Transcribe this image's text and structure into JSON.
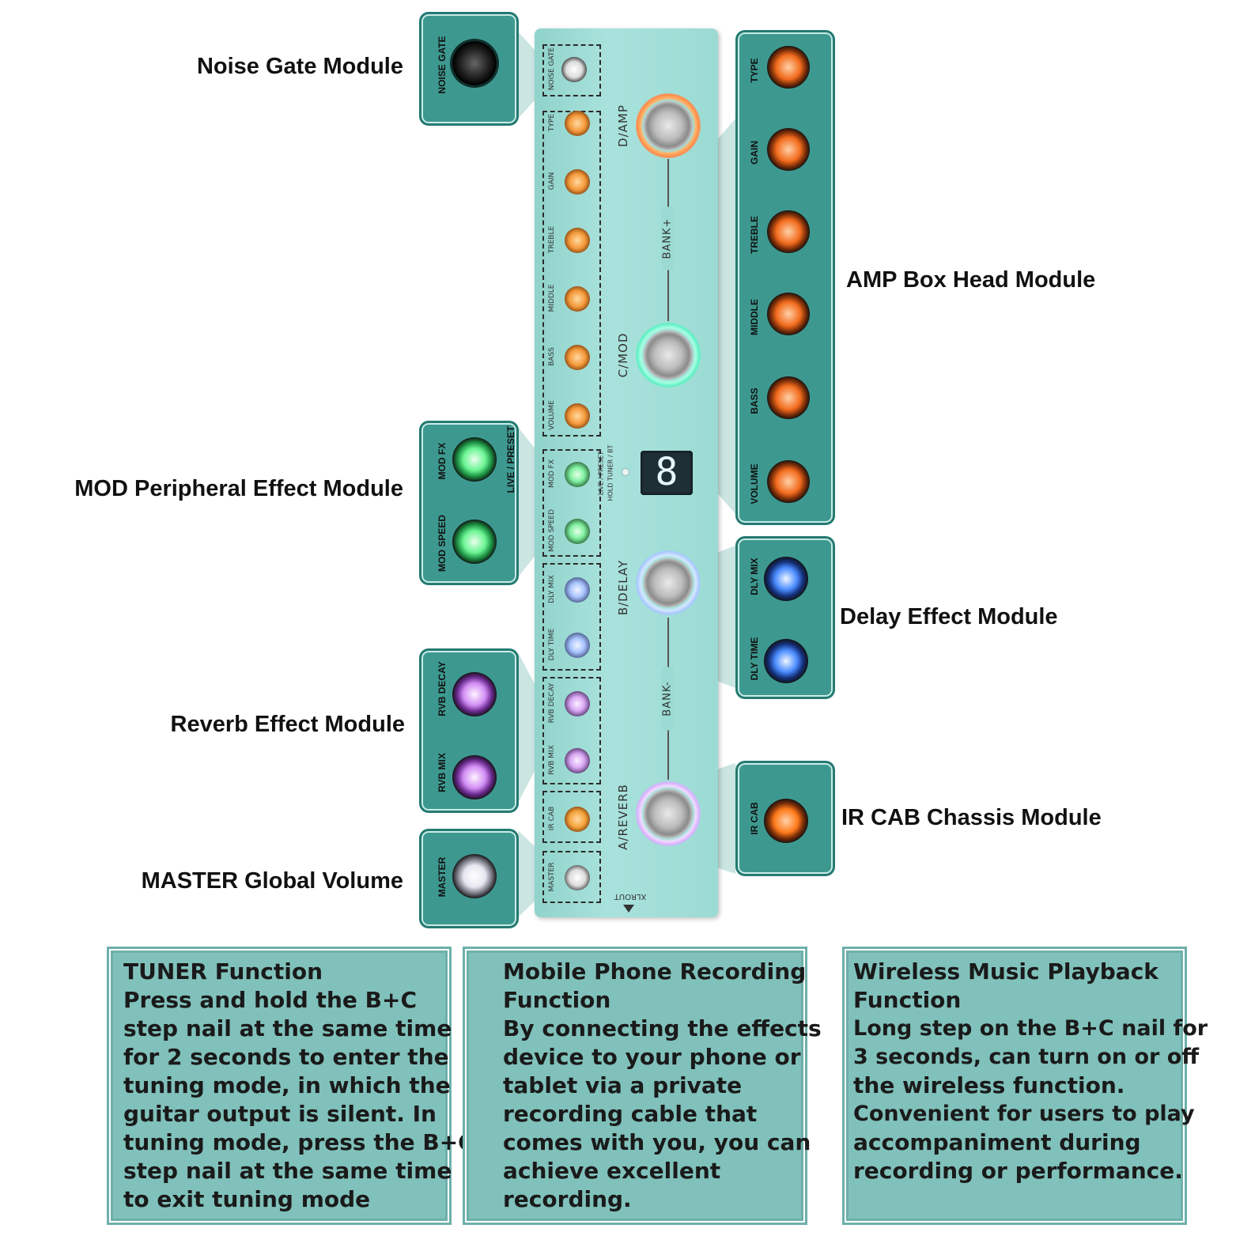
{
  "colors": {
    "module_box": "#3d9990",
    "info_box": "#80c1bb",
    "pedal_body": "#9bdbd3",
    "amp_knob": "#f26b1d",
    "mod_knob": "#3ee07a",
    "delay_knob": "#4a8cff",
    "reverb_knob": "#c87ef5",
    "ircab_knob": "#ff7a1a",
    "master_knob": "#e6e6f0"
  },
  "callouts": {
    "noise_gate": "Noise Gate Module",
    "amp": "AMP Box Head Module",
    "mod": "MOD Peripheral Effect Module",
    "delay": "Delay Effect Module",
    "reverb": "Reverb Effect Module",
    "ircab": "IR CAB Chassis Module",
    "master": "MASTER Global Volume"
  },
  "zoom_labels": {
    "noise_gate": "NOISE GATE",
    "amp": [
      "TYPE",
      "GAIN",
      "TREBLE",
      "MIDDLE",
      "BASS",
      "VOLUME"
    ],
    "mod": [
      "MOD FX",
      "MOD SPEED"
    ],
    "mod_side": "LIVE / PRESET",
    "delay": [
      "DLY MIX",
      "DLY TIME"
    ],
    "reverb": [
      "RVB DECAY",
      "RVB MIX"
    ],
    "ircab": "IR CAB",
    "master": "MASTER"
  },
  "pedal": {
    "knob_labels": [
      "NOISE GATE",
      "TYPE",
      "GAIN",
      "TREBLE",
      "MIDDLE",
      "BASS",
      "VOLUME",
      "MOD FX",
      "MOD SPEED",
      "DLY MIX",
      "DLY TIME",
      "RVB DECAY",
      "RVB MIX",
      "IR CAB",
      "MASTER"
    ],
    "footswitches": [
      "D/AMP",
      "C/MOD",
      "B/DELAY",
      "A/REVERB"
    ],
    "bank_up": "BANK+",
    "bank_down": "BANK-",
    "live_preset": "LIVE / PRESET",
    "hold_tuner": "HOLD TUNER / BT",
    "display_digit": "8",
    "output_label": "XLROUT"
  },
  "info_boxes": {
    "tuner": [
      "TUNER Function",
      "Press and hold the B+C",
      "step nail at the same time",
      "for 2 seconds to enter the",
      "tuning mode, in which the",
      "guitar output is silent. In",
      "tuning mode, press the B+C",
      "step nail at the same time",
      "to exit tuning mode"
    ],
    "recording": [
      "Mobile Phone Recording",
      "Function",
      "By connecting the effects",
      "device to your phone or",
      "tablet via a private",
      "recording cable that",
      "comes with you, you can",
      "achieve excellent",
      "recording."
    ],
    "wireless": [
      "Wireless Music Playback",
      "Function",
      "Long step on the B+C nail for",
      "3 seconds, can turn on or off",
      "the wireless function.",
      "Convenient for users to play",
      "accompaniment during",
      "recording or performance."
    ]
  }
}
